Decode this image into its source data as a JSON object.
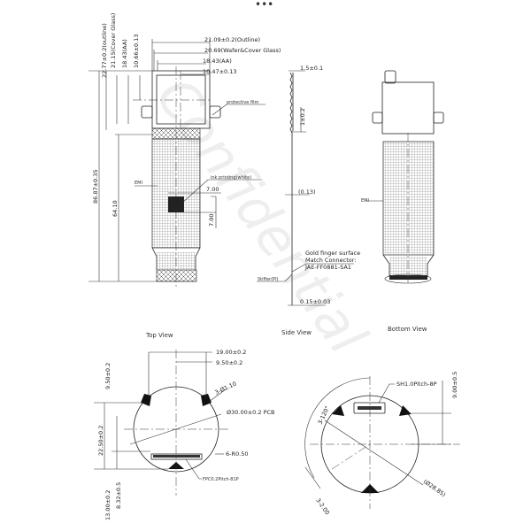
{
  "menu_dots": "•••",
  "watermark": "Confidential",
  "front_view": {
    "dims": {
      "outline_w": "21.09±0.2(Outline)",
      "glass_w": "20.69(Wafer&Cover Glass)",
      "aa_w": "18.43(AA)",
      "offset_w": "10.47±0.13",
      "outline_h": "22.77±0.2(outline)",
      "glass_h": "21.15(Cover Glass)",
      "aa_h": "18.43(AA)",
      "offset_h": "10.66±0.13",
      "total_len": "86.87±0.35",
      "fpc_len": "64.10",
      "ink_w": "7.00",
      "ink_h": "7.00"
    },
    "notes": {
      "film": "protective film",
      "ink": "ink printing(white)",
      "emi": "EMI"
    }
  },
  "side_view": {
    "title": "Side View",
    "dims": {
      "thick": "1.5±0.1",
      "height": "1±0.2",
      "fpc": "(0.13)",
      "stiff_t": "0.15±0.03"
    },
    "notes": {
      "gold": [
        "Gold finger surface",
        "Match Connector:",
        "JAE-FF0881-SA1"
      ],
      "stiffer": "Stiffer(PI)"
    }
  },
  "bottom_view": {
    "title": "Bottom View",
    "emi": "EMI"
  },
  "top_view_circle": {
    "title": "Top View",
    "dims": {
      "w19": "19.00±0.2",
      "w95": "9.50±0.2",
      "holes": "3-Ø1.10",
      "pcb": "Ø30.00±0.2 PCB",
      "r": "6-R0.50",
      "fpc": "FPC0.2Pitch-81P",
      "h95": "9.50±0.2",
      "h225": "22.50±0.2",
      "h13": "13.00±0.2",
      "h832": "8.32±0.5"
    }
  },
  "bottom_view_circle": {
    "dims": {
      "conn": "SH1.0Pitch-8P",
      "h9": "9.00±0.5",
      "ang": "3-120°",
      "dia": "(Ø28.85)",
      "slot": "3-2.00"
    }
  }
}
